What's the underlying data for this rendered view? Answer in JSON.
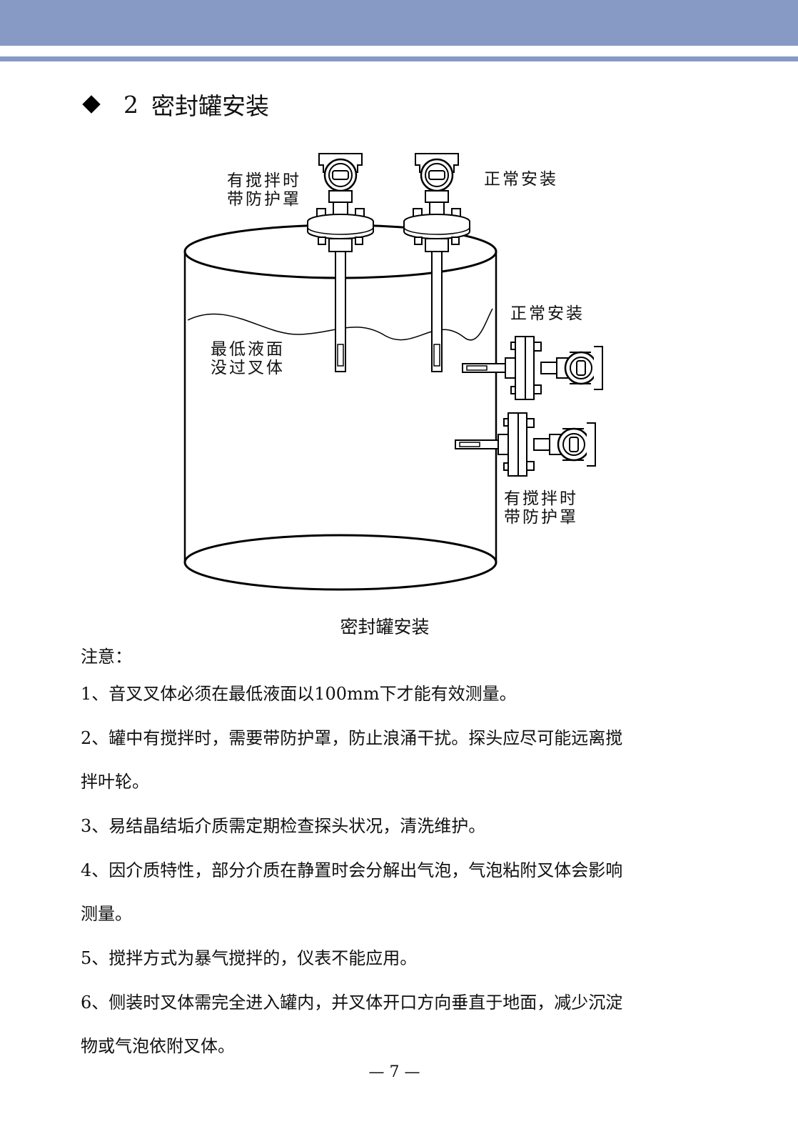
{
  "header": {
    "band_color": "#8799c5"
  },
  "section": {
    "number": "2",
    "title": "密封罐安装"
  },
  "diagram": {
    "label_top_left": "有搅拌时\n带防护罩",
    "label_top_right": "正常安装",
    "label_side_upper": "正常安装",
    "label_side_lower": "有搅拌时\n带防护罩",
    "label_liquid": "最低液面\n没过叉体",
    "caption": "密封罐安装"
  },
  "notes": {
    "heading": "注意：",
    "lines": [
      "1、音叉叉体必须在最低液面以100mm下才能有效测量。",
      "2、罐中有搅拌时，需要带防护罩，防止浪涌干扰。探头应尽可能远离搅",
      "拌叶轮。",
      "3、易结晶结垢介质需定期检查探头状况，清洗维护。",
      "4、因介质特性，部分介质在静置时会分解出气泡，气泡粘附叉体会影响",
      "测量。",
      "5、搅拌方式为暴气搅拌的，仪表不能应用。",
      "6、侧装时叉体需完全进入罐内，并叉体开口方向垂直于地面，减少沉淀",
      "物或气泡依附叉体。"
    ]
  },
  "page_number": "— 7 —"
}
